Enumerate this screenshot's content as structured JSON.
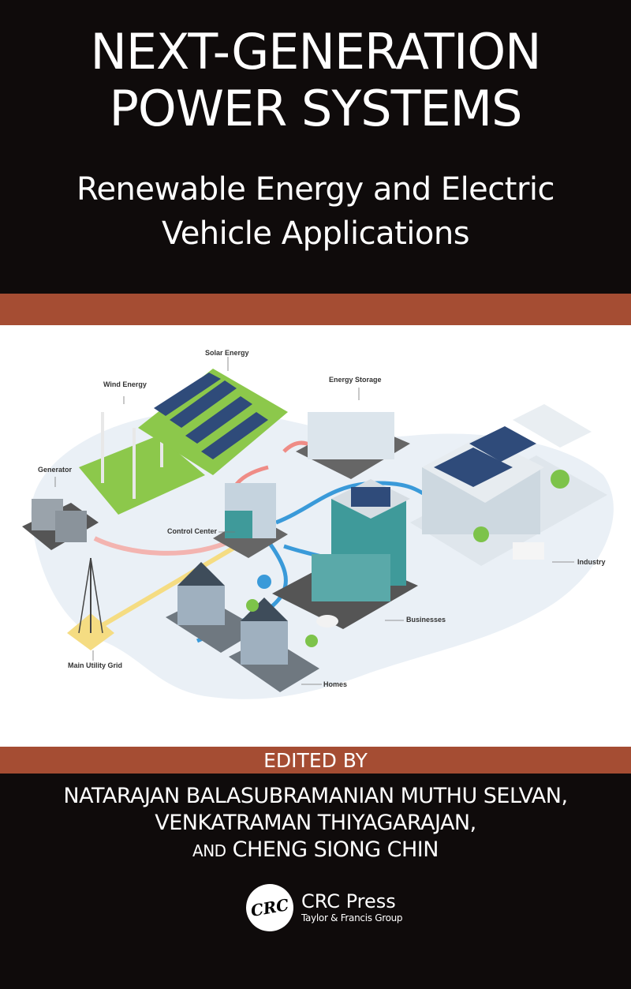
{
  "cover": {
    "title_lines": [
      "NEXT-GENERATION",
      "POWER SYSTEMS"
    ],
    "subtitle_lines": [
      "Renewable Energy and Electric",
      "Vehicle Applications"
    ],
    "edited_by_label": "EDITED BY",
    "editors": {
      "line1": "NATARAJAN BALASUBRAMANIAN MUTHU SELVAN,",
      "line2": "VENKATRAMAN THIYAGARAJAN,",
      "line3_prefix": "AND",
      "line3_name": "CHENG SIONG CHIN"
    },
    "publisher": {
      "logo_text": "CRC",
      "name": "CRC Press",
      "group": "Taylor & Francis Group"
    },
    "colors": {
      "background": "#0f0b0b",
      "accent_band": "#a54d33",
      "text": "#ffffff"
    }
  },
  "illustration": {
    "labels": {
      "solar": "Solar Energy",
      "wind": "Wind Energy",
      "storage": "Energy Storage",
      "generator": "Generator",
      "control": "Control Center",
      "industry": "Industry",
      "businesses": "Businesses",
      "grid": "Main Utility Grid",
      "homes": "Homes"
    }
  }
}
